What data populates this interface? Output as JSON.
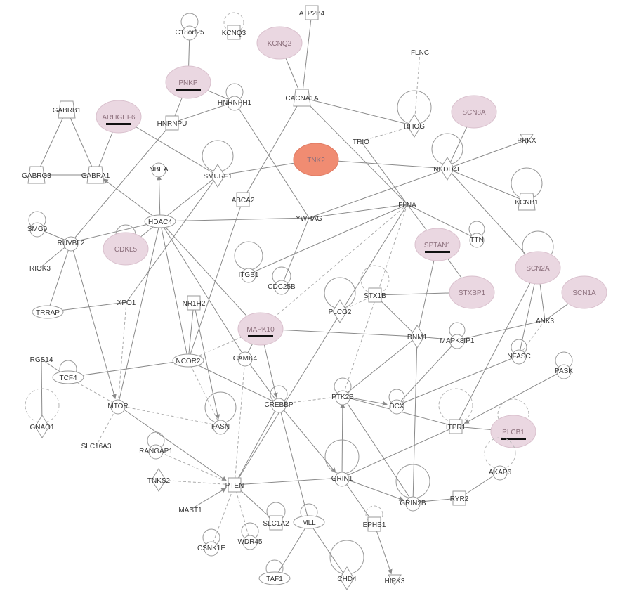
{
  "colors": {
    "highlight_light": "#ead7e1",
    "highlight_strong": "#f08c72",
    "edge": "#8a8a8a",
    "background": "#ffffff"
  },
  "nodes": [
    {
      "id": "KCNQ3",
      "label": "KCNQ3",
      "shape": "rect"
    },
    {
      "id": "ATP2B4",
      "label": "ATP2B4",
      "shape": "rect"
    },
    {
      "id": "KCNQ2",
      "label": "KCNQ2",
      "shape": "ellipse",
      "highlight": "light"
    },
    {
      "id": "C18orf25",
      "label": "C18orf25",
      "shape": "circle"
    },
    {
      "id": "FLNC",
      "label": "FLNC",
      "shape": "none"
    },
    {
      "id": "PNKP",
      "label": "PNKP",
      "shape": "ellipse",
      "highlight": "light",
      "underline": true
    },
    {
      "id": "HNRNPH1",
      "label": "HNRNPH1",
      "shape": "circle"
    },
    {
      "id": "CACNA1A",
      "label": "CACNA1A",
      "shape": "trapezoid"
    },
    {
      "id": "GABRB1",
      "label": "GABRB1",
      "shape": "trapezoid"
    },
    {
      "id": "ARHGEF6",
      "label": "ARHGEF6",
      "shape": "ellipse",
      "highlight": "light",
      "underline": true
    },
    {
      "id": "HNRNPU",
      "label": "HNRNPU",
      "shape": "rect"
    },
    {
      "id": "RHOG",
      "label": "RHOG",
      "shape": "diamond"
    },
    {
      "id": "SCN8A",
      "label": "SCN8A",
      "shape": "ellipse",
      "highlight": "light"
    },
    {
      "id": "TRIO",
      "label": "TRIO",
      "shape": "none"
    },
    {
      "id": "PRKX",
      "label": "PRKX",
      "shape": "triangle"
    },
    {
      "id": "TNK2",
      "label": "TNK2",
      "shape": "ellipse",
      "highlight": "strong"
    },
    {
      "id": "NEDD4L",
      "label": "NEDD4L",
      "shape": "diamond"
    },
    {
      "id": "GABRG3",
      "label": "GABRG3",
      "shape": "trapezoid"
    },
    {
      "id": "GABRA1",
      "label": "GABRA1",
      "shape": "trapezoid"
    },
    {
      "id": "NBEA",
      "label": "NBEA",
      "shape": "circle"
    },
    {
      "id": "SMURF1",
      "label": "SMURF1",
      "shape": "diamond"
    },
    {
      "id": "KCNB1",
      "label": "KCNB1",
      "shape": "trapezoid"
    },
    {
      "id": "ABCA2",
      "label": "ABCA2",
      "shape": "rect"
    },
    {
      "id": "FLNA",
      "label": "FLNA",
      "shape": "none"
    },
    {
      "id": "SMG9",
      "label": "SMG9",
      "shape": "circle"
    },
    {
      "id": "HDAC4",
      "label": "HDAC4",
      "shape": "ellipse"
    },
    {
      "id": "YWHAG",
      "label": "YWHAG",
      "shape": "none"
    },
    {
      "id": "RUVBL2",
      "label": "RUVBL2",
      "shape": "circle"
    },
    {
      "id": "CDKL5",
      "label": "CDKL5",
      "shape": "ellipse",
      "highlight": "light"
    },
    {
      "id": "TTN",
      "label": "TTN",
      "shape": "circle"
    },
    {
      "id": "SPTAN1",
      "label": "SPTAN1",
      "shape": "ellipse",
      "highlight": "light",
      "underline": true
    },
    {
      "id": "RIOK3",
      "label": "RIOK3",
      "shape": "none"
    },
    {
      "id": "ITGB1",
      "label": "ITGB1",
      "shape": "circle"
    },
    {
      "id": "SCN2A",
      "label": "SCN2A",
      "shape": "ellipse",
      "highlight": "light"
    },
    {
      "id": "CDC25B",
      "label": "CDC25B",
      "shape": "circle"
    },
    {
      "id": "STX1B",
      "label": "STX1B",
      "shape": "rect"
    },
    {
      "id": "STXBP1",
      "label": "STXBP1",
      "shape": "ellipse",
      "highlight": "light"
    },
    {
      "id": "SCN1A",
      "label": "SCN1A",
      "shape": "ellipse",
      "highlight": "light"
    },
    {
      "id": "XPO1",
      "label": "XPO1",
      "shape": "none"
    },
    {
      "id": "NR1H2",
      "label": "NR1H2",
      "shape": "rect"
    },
    {
      "id": "PLCG2",
      "label": "PLCG2",
      "shape": "diamond"
    },
    {
      "id": "TRRAP",
      "label": "TRRAP",
      "shape": "ellipse"
    },
    {
      "id": "MAPK10",
      "label": "MAPK10",
      "shape": "ellipse",
      "highlight": "light",
      "underline": true
    },
    {
      "id": "DNM1",
      "label": "DNM1",
      "shape": "diamond"
    },
    {
      "id": "ANK3",
      "label": "ANK3",
      "shape": "none"
    },
    {
      "id": "MAPK8IP1",
      "label": "MAPK8IP1",
      "shape": "circle"
    },
    {
      "id": "RGS14",
      "label": "RGS14",
      "shape": "none"
    },
    {
      "id": "NCOR2",
      "label": "NCOR2",
      "shape": "ellipse"
    },
    {
      "id": "CAMK4",
      "label": "CAMK4",
      "shape": "circle"
    },
    {
      "id": "NFASC",
      "label": "NFASC",
      "shape": "circle"
    },
    {
      "id": "TCF4",
      "label": "TCF4",
      "shape": "ellipse"
    },
    {
      "id": "PASK",
      "label": "PASK",
      "shape": "circle"
    },
    {
      "id": "CREBBP",
      "label": "CREBBP",
      "shape": "circle"
    },
    {
      "id": "PTK2B",
      "label": "PTK2B",
      "shape": "circle"
    },
    {
      "id": "DCX",
      "label": "DCX",
      "shape": "circle"
    },
    {
      "id": "MTOR",
      "label": "MTOR",
      "shape": "circle"
    },
    {
      "id": "GNAO1",
      "label": "GNAO1",
      "shape": "diamond"
    },
    {
      "id": "FASN",
      "label": "FASN",
      "shape": "circle"
    },
    {
      "id": "ITPR1",
      "label": "ITPR1",
      "shape": "rect"
    },
    {
      "id": "PLCB1",
      "label": "PLCB1",
      "shape": "ellipse",
      "highlight": "light",
      "underline": true
    },
    {
      "id": "SLC16A3",
      "label": "SLC16A3",
      "shape": "none"
    },
    {
      "id": "RANGAP1",
      "label": "RANGAP1",
      "shape": "circle"
    },
    {
      "id": "AKAP6",
      "label": "AKAP6",
      "shape": "circle"
    },
    {
      "id": "TNKS2",
      "label": "TNKS2",
      "shape": "diamond"
    },
    {
      "id": "GRIN1",
      "label": "GRIN1",
      "shape": "circle"
    },
    {
      "id": "PTEN",
      "label": "PTEN",
      "shape": "rect"
    },
    {
      "id": "RYR2",
      "label": "RYR2",
      "shape": "rect"
    },
    {
      "id": "GRIN2B",
      "label": "GRIN2B",
      "shape": "circle"
    },
    {
      "id": "MAST1",
      "label": "MAST1",
      "shape": "none"
    },
    {
      "id": "SLC1A2",
      "label": "SLC1A2",
      "shape": "rect"
    },
    {
      "id": "MLL",
      "label": "MLL",
      "shape": "ellipse"
    },
    {
      "id": "EPHB1",
      "label": "EPHB1",
      "shape": "rect"
    },
    {
      "id": "WDR45",
      "label": "WDR45",
      "shape": "circle"
    },
    {
      "id": "CSNK1E",
      "label": "CSNK1E",
      "shape": "circle"
    },
    {
      "id": "TAF1",
      "label": "TAF1",
      "shape": "ellipse"
    },
    {
      "id": "CHD4",
      "label": "CHD4",
      "shape": "diamond"
    },
    {
      "id": "HIPK3",
      "label": "HIPK3",
      "shape": "triangle"
    }
  ],
  "edges": [
    {
      "from": "KCNQ2",
      "to": "CACNA1A"
    },
    {
      "from": "ATP2B4",
      "to": "CACNA1A"
    },
    {
      "from": "CACNA1A",
      "to": "RHOG"
    },
    {
      "from": "CACNA1A",
      "to": "FLNA"
    },
    {
      "from": "CACNA1A",
      "to": "ABCA2"
    },
    {
      "from": "C18orf25",
      "to": "PNKP"
    },
    {
      "from": "PNKP",
      "to": "HNRNPU"
    },
    {
      "from": "PNKP",
      "to": "HNRNPH1"
    },
    {
      "from": "HNRNPH1",
      "to": "HNRNPU"
    },
    {
      "from": "HNRNPH1",
      "to": "YWHAG"
    },
    {
      "from": "HNRNPU",
      "to": "RUVBL2"
    },
    {
      "from": "GABRB1",
      "to": "GABRG3"
    },
    {
      "from": "GABRB1",
      "to": "GABRA1"
    },
    {
      "from": "GABRG3",
      "to": "GABRA1"
    },
    {
      "from": "ARHGEF6",
      "to": "GABRA1"
    },
    {
      "from": "ARHGEF6",
      "to": "SMURF1"
    },
    {
      "from": "FLNC",
      "to": "RHOG",
      "dashed": true
    },
    {
      "from": "TRIO",
      "to": "RHOG",
      "dashed": true
    },
    {
      "from": "SCN8A",
      "to": "NEDD4L"
    },
    {
      "from": "PRKX",
      "to": "NEDD4L"
    },
    {
      "from": "TNK2",
      "to": "SMURF1"
    },
    {
      "from": "TNK2",
      "to": "NEDD4L"
    },
    {
      "from": "NEDD4L",
      "to": "KCNB1"
    },
    {
      "from": "NEDD4L",
      "to": "SCN2A"
    },
    {
      "from": "NEDD4L",
      "to": "YWHAG"
    },
    {
      "from": "SMURF1",
      "to": "HDAC4"
    },
    {
      "from": "SMURF1",
      "to": "XPO1"
    },
    {
      "from": "HDAC4",
      "to": "GABRA1",
      "arrow": true
    },
    {
      "from": "HDAC4",
      "to": "NBEA",
      "arrow": true
    },
    {
      "from": "HDAC4",
      "to": "YWHAG"
    },
    {
      "from": "HDAC4",
      "to": "RUVBL2"
    },
    {
      "from": "HDAC4",
      "to": "CDKL5"
    },
    {
      "from": "HDAC4",
      "to": "NCOR2"
    },
    {
      "from": "HDAC4",
      "to": "CAMK4"
    },
    {
      "from": "HDAC4",
      "to": "MAPK10",
      "arrow": true
    },
    {
      "from": "HDAC4",
      "to": "MTOR"
    },
    {
      "from": "FLNA",
      "to": "TRIO"
    },
    {
      "from": "FLNA",
      "to": "SPTAN1"
    },
    {
      "from": "FLNA",
      "to": "TTN"
    },
    {
      "from": "FLNA",
      "to": "ITGB1"
    },
    {
      "from": "FLNA",
      "to": "YWHAG"
    },
    {
      "from": "FLNA",
      "to": "MAPK10",
      "dashed": true
    },
    {
      "from": "FLNA",
      "to": "PTK2B",
      "dashed": true
    },
    {
      "from": "FLNA",
      "to": "PTEN"
    },
    {
      "from": "YWHAG",
      "to": "CDC25B"
    },
    {
      "from": "SMG9",
      "to": "RUVBL2"
    },
    {
      "from": "RUVBL2",
      "to": "RIOK3"
    },
    {
      "from": "RUVBL2",
      "to": "TRRAP"
    },
    {
      "from": "RUVBL2",
      "to": "MTOR",
      "arrow": true
    },
    {
      "from": "SPTAN1",
      "to": "STXBP1"
    },
    {
      "from": "SPTAN1",
      "to": "DNM1"
    },
    {
      "from": "STXBP1",
      "to": "STX1B"
    },
    {
      "from": "STX1B",
      "to": "DNM1"
    },
    {
      "from": "STX1B",
      "to": "PLCG2",
      "dashed": true
    },
    {
      "from": "SCN2A",
      "to": "ANK3"
    },
    {
      "from": "SCN2A",
      "to": "ITPR1"
    },
    {
      "from": "SCN2A",
      "to": "NFASC"
    },
    {
      "from": "SCN1A",
      "to": "ANK3"
    },
    {
      "from": "ANK3",
      "to": "NFASC",
      "dashed": true
    },
    {
      "from": "ANK3",
      "to": "MAPK8IP1"
    },
    {
      "from": "TRRAP",
      "to": "XPO1"
    },
    {
      "from": "XPO1",
      "to": "MTOR",
      "dashed": true
    },
    {
      "from": "NR1H2",
      "to": "NCOR2"
    },
    {
      "from": "NR1H2",
      "to": "FASN",
      "arrow": true
    },
    {
      "from": "ABCA2",
      "to": "NCOR2"
    },
    {
      "from": "MAPK10",
      "to": "DNM1"
    },
    {
      "from": "MAPK10",
      "to": "CAMK4"
    },
    {
      "from": "MAPK10",
      "to": "CREBBP",
      "arrow": true
    },
    {
      "from": "MAPK10",
      "to": "NCOR2",
      "dashed": true
    },
    {
      "from": "DNM1",
      "to": "MAPK8IP1"
    },
    {
      "from": "DNM1",
      "to": "PTK2B"
    },
    {
      "from": "DNM1",
      "to": "GRIN2B"
    },
    {
      "from": "MAPK8IP1",
      "to": "DCX"
    },
    {
      "from": "RGS14",
      "to": "GNAO1"
    },
    {
      "from": "RGS14",
      "to": "TCF4"
    },
    {
      "from": "TCF4",
      "to": "NCOR2",
      "arrow": true
    },
    {
      "from": "NCOR2",
      "to": "CREBBP"
    },
    {
      "from": "NCOR2",
      "to": "FASN",
      "dashed": true
    },
    {
      "from": "CAMK4",
      "to": "CREBBP"
    },
    {
      "from": "NFASC",
      "to": "DCX"
    },
    {
      "from": "PASK",
      "to": "ITPR1",
      "arrow": true
    },
    {
      "from": "CREBBP",
      "to": "PTK2B",
      "dashed": true
    },
    {
      "from": "CREBBP",
      "to": "MLL"
    },
    {
      "from": "CREBBP",
      "to": "GRIN1",
      "arrow": true
    },
    {
      "from": "CREBBP",
      "to": "PTEN"
    },
    {
      "from": "PTK2B",
      "to": "DCX",
      "arrow": true
    },
    {
      "from": "PTK2B",
      "to": "GRIN2B"
    },
    {
      "from": "PTK2B",
      "to": "ITPR1"
    },
    {
      "from": "MTOR",
      "to": "TCF4",
      "dashed": true
    },
    {
      "from": "MTOR",
      "to": "PTEN",
      "arrow": true
    },
    {
      "from": "MTOR",
      "to": "SLC16A3",
      "dashed": true
    },
    {
      "from": "MTOR",
      "to": "FASN",
      "dashed": true
    },
    {
      "from": "ITPR1",
      "to": "PLCB1",
      "arrow": true
    },
    {
      "from": "ITPR1",
      "to": "GRIN1"
    },
    {
      "from": "AKAP6",
      "to": "RYR2"
    },
    {
      "from": "RYR2",
      "to": "GRIN2B"
    },
    {
      "from": "GRIN1",
      "to": "GRIN2B",
      "arrow": true
    },
    {
      "from": "GRIN1",
      "to": "PTEN"
    },
    {
      "from": "GRIN1",
      "to": "EPHB1"
    },
    {
      "from": "GRIN1",
      "to": "PTK2B",
      "arrow": true
    },
    {
      "from": "TNKS2",
      "to": "PTEN",
      "dashed": true
    },
    {
      "from": "RANGAP1",
      "to": "PTEN",
      "dashed": true
    },
    {
      "from": "MAST1",
      "to": "PTEN",
      "arrow": true
    },
    {
      "from": "CSNK1E",
      "to": "PTEN",
      "dashed": true
    },
    {
      "from": "WDR45",
      "to": "PTEN",
      "dashed": true
    },
    {
      "from": "SLC1A2",
      "to": "PTEN"
    },
    {
      "from": "MLL",
      "to": "TAF1"
    },
    {
      "from": "MLL",
      "to": "CHD4"
    },
    {
      "from": "EPHB1",
      "to": "HIPK3",
      "arrow": true
    },
    {
      "from": "CAMK4",
      "to": "PTEN",
      "dashed": true
    }
  ]
}
